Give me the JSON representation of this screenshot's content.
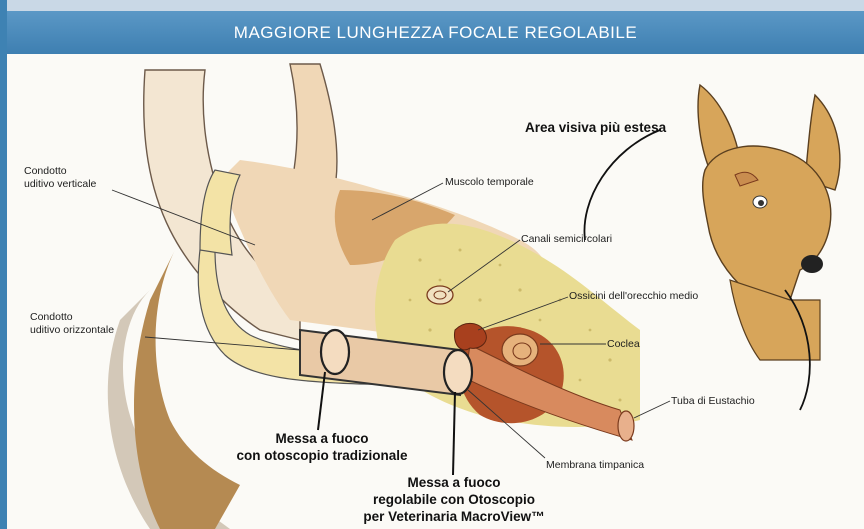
{
  "title": "MAGGIORE LUNGHEZZA FOCALE REGOLABILE",
  "labels": {
    "vertical_canal": "Condotto\nuditivo verticale",
    "horizontal_canal": "Condotto\nuditivo orizzontale",
    "temporal_muscle": "Muscolo temporale",
    "semicircular_canals": "Canali semicircolari",
    "ossicles": "Ossicini dell'orecchio medio",
    "cochlea": "Coclea",
    "eustachian_tube": "Tuba di Eustachio",
    "tympanic_membrane": "Membrana timpanica"
  },
  "callouts": {
    "wider_view": "Area visiva più estesa",
    "traditional_focus": "Messa a fuoco\ncon otoscopio tradizionale",
    "macroview_focus": "Messa a fuoco\nregolabile con Otoscopio\nper Veterinaria MacroView™"
  },
  "colors": {
    "banner": "#4a8bbd",
    "accent_bar": "#3e82b3",
    "skin": "#f0d7b6",
    "canal_yellow": "#f3e3a6",
    "bone": "#e7d98d",
    "muscle": "#c98d4f",
    "middle_ear": "#b5542b",
    "tube": "#d88a5e",
    "dog_coat": "#d7a55a",
    "fur_shadow": "#b58a52"
  }
}
